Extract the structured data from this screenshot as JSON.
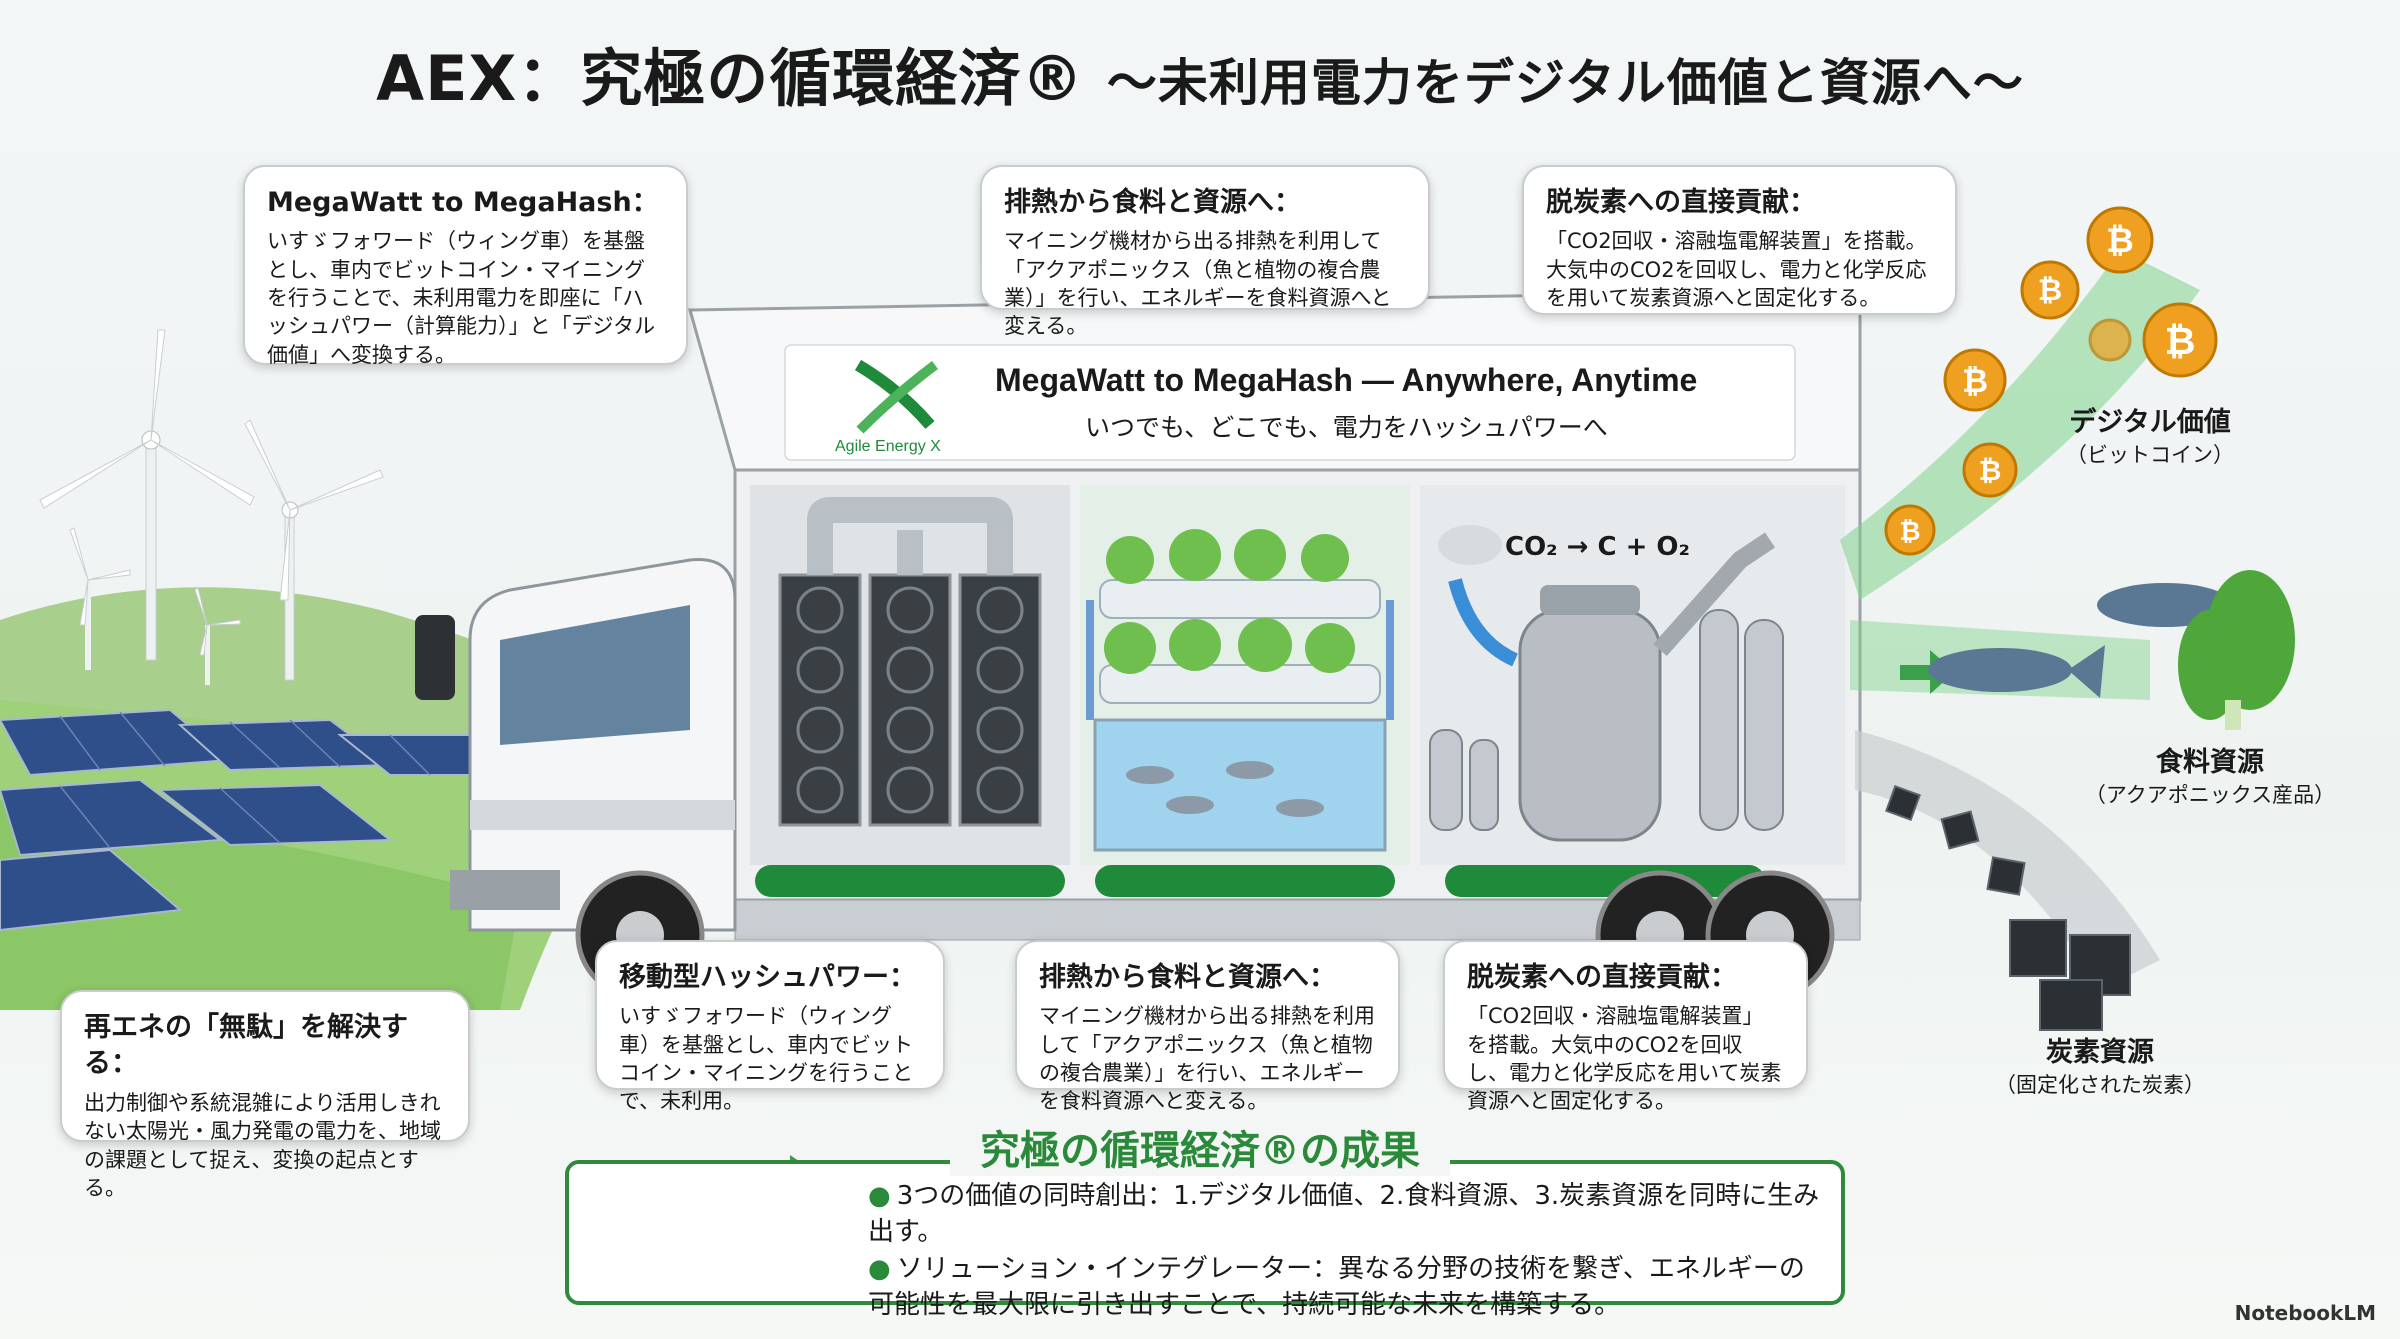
{
  "title": "AEX：究極の循環経済®",
  "subtitle": "〜未利用電力をデジタル価値と資源へ〜",
  "truck": {
    "brand": "Agile Energy X",
    "banner_title": "MegaWatt to MegaHash — Anywhere, Anytime",
    "banner_sub": "いつでも、どこでも、電力をハッシュパワーへ"
  },
  "callouts": {
    "top_left": {
      "heading": "MegaWatt to MegaHash：",
      "body": "いすゞフォワード（ウィング車）を基盤とし、車内でビットコイン・マイニングを行うことで、未利用電力を即座に「ハッシュパワー（計算能力）」と「デジタル価値」へ変換する。"
    },
    "top_mid": {
      "heading": "排熱から食料と資源へ：",
      "body": "マイニング機材から出る排熱を利用して「アクアポニックス（魚と植物の複合農業）」を行い、エネルギーを食料資源へと変える。"
    },
    "top_right": {
      "heading": "脱炭素への直接貢献：",
      "body": "「CO2回収・溶融塩電解装置」を搭載。大気中のCO2を回収し、電力と化学反応を用いて炭素資源へと固定化する。"
    },
    "bot_left": {
      "heading": "再エネの「無駄」を解決する：",
      "body": "出力制御や系統混雑により活用しきれない太陽光・風力発電の電力を、地域の課題として捉え、変換の起点とする。"
    },
    "bot_1": {
      "heading": "移動型ハッシュパワー：",
      "body": "いすゞフォワード（ウィング車）を基盤とし、車内でビットコイン・マイニングを行うことで、未利用。"
    },
    "bot_2": {
      "heading": "排熱から食料と資源へ：",
      "body": "マイニング機材から出る排熱を利用して「アクアポニックス（魚と植物の複合農業）」を行い、エネルギーを食料資源へと変える。"
    },
    "bot_3": {
      "heading": "脱炭素への直接貢献：",
      "body": "「CO2回収・溶融塩電解装置」を搭載。大気中のCO2を回収し、電力と化学反応を用いて炭素資源へと固定化する。"
    }
  },
  "equation": "CO₂ → C + O₂",
  "outputs": {
    "digital": {
      "label": "デジタル価値",
      "sub": "（ビットコイン）"
    },
    "food": {
      "label": "食料資源",
      "sub": "（アクアポニックス産品）"
    },
    "carbon": {
      "label": "炭素資源",
      "sub": "（固定化された炭素）"
    }
  },
  "results": {
    "title": "究極の循環経済®の成果",
    "bullet1": "3つの価値の同時創出：1.デジタル価値、2.食料資源、3.炭素資源を同時に生み出す。",
    "bullet2": "ソリューション・インテグレーター：異なる分野の技術を繋ぎ、エネルギーの可能性を最大限に引き出すことで、持続可能な未来を構築する。"
  },
  "watermark": "NotebookLM",
  "colors": {
    "brand_green": "#2a8a3a",
    "bitcoin": "#f0a020"
  }
}
